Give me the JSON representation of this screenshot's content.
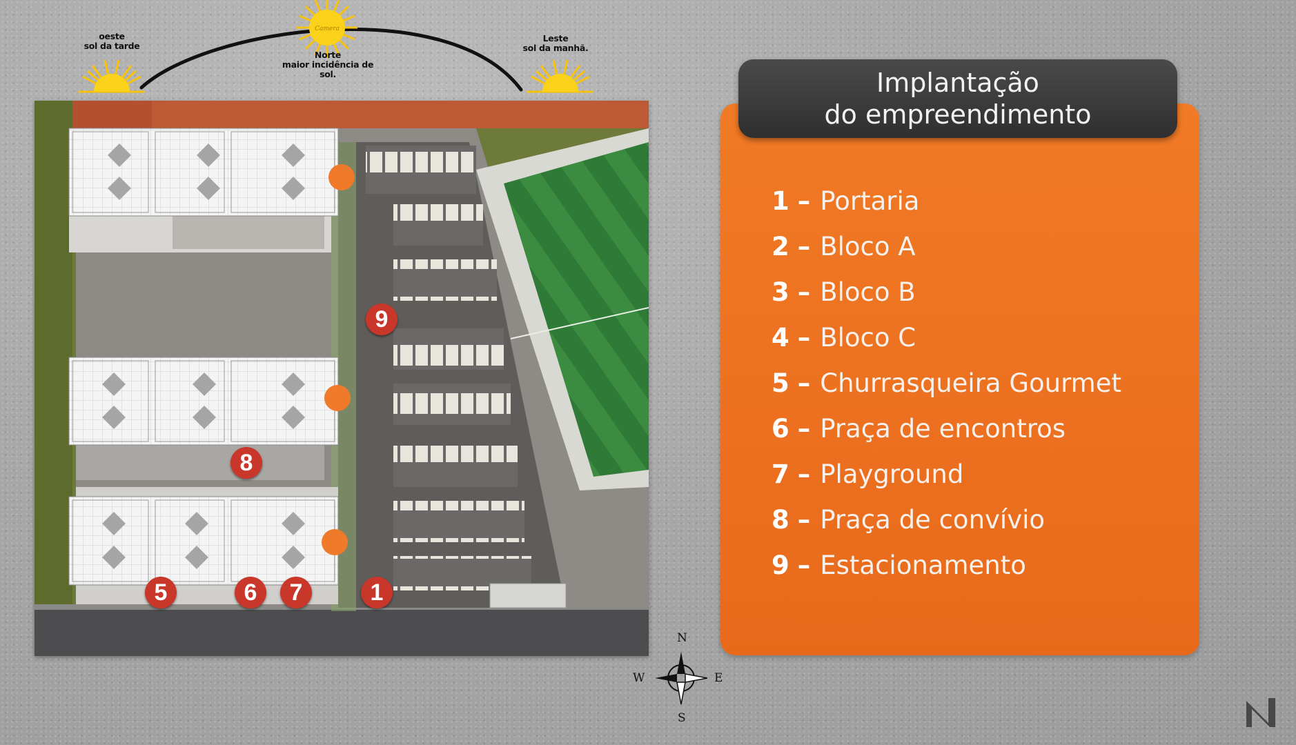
{
  "sun": {
    "west_title": "oeste",
    "west_sub": "sol da tarde",
    "north_title": "Norte",
    "north_sub": "maior incidência de sol.",
    "east_title": "Leste",
    "east_sub": "sol da manhã.",
    "sun_center_text": "Camera"
  },
  "markers": [
    "9",
    "8",
    "5",
    "6",
    "7",
    "1"
  ],
  "compass": {
    "n": "N",
    "s": "S",
    "e": "E",
    "w": "W"
  },
  "card": {
    "title_line1": "Implantação",
    "title_line2": "do empreendimento",
    "items": [
      {
        "num": "1",
        "label": "Portaria"
      },
      {
        "num": "2",
        "label": "Bloco A"
      },
      {
        "num": "3",
        "label": "Bloco B"
      },
      {
        "num": "4",
        "label": "Bloco C"
      },
      {
        "num": "5",
        "label": "Churrasqueira Gourmet"
      },
      {
        "num": "6",
        "label": "Praça de encontros"
      },
      {
        "num": "7",
        "label": "Playground"
      },
      {
        "num": "8",
        "label": "Praça de convívio"
      },
      {
        "num": "9",
        "label": "Estacionamento"
      }
    ]
  },
  "colors": {
    "accent_orange": "#ef7a2a",
    "marker_red": "#c8372a",
    "title_dark": "#333333",
    "field_green": "#2f7a36"
  },
  "icons": [
    "sun-icon",
    "compass-rose-icon",
    "brand-logo-icon"
  ]
}
